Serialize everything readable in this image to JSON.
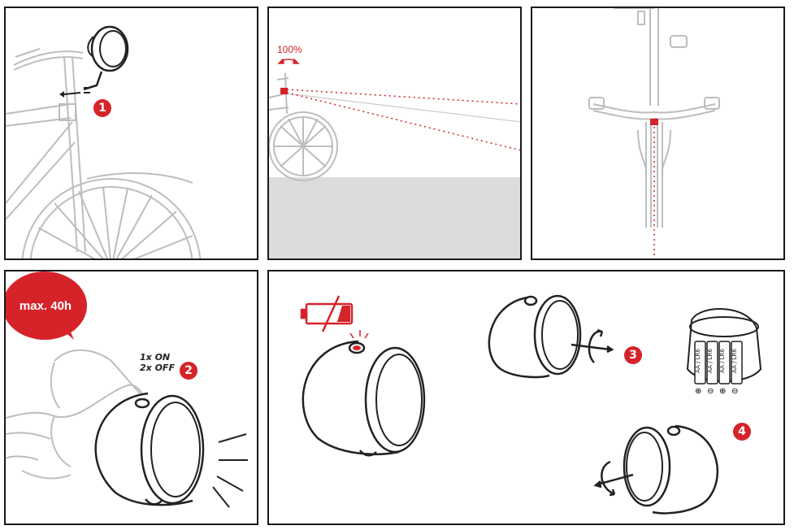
{
  "colors": {
    "accent": "#d6232a",
    "line": "#bdbdbd",
    "dark": "#222222",
    "ground": "#dcdcdc"
  },
  "steps": {
    "s1": "1",
    "s2": "2",
    "s3": "3",
    "s4": "4"
  },
  "beam": {
    "percent_label": "100%"
  },
  "runtime": {
    "bubble": "max. 40h"
  },
  "switch": {
    "line1": "1x ON",
    "line2": "2x OFF"
  },
  "battery": {
    "label": "AA / LR6",
    "count": 4,
    "polarity": [
      "⊕",
      "⊖",
      "⊕",
      "⊖"
    ]
  }
}
